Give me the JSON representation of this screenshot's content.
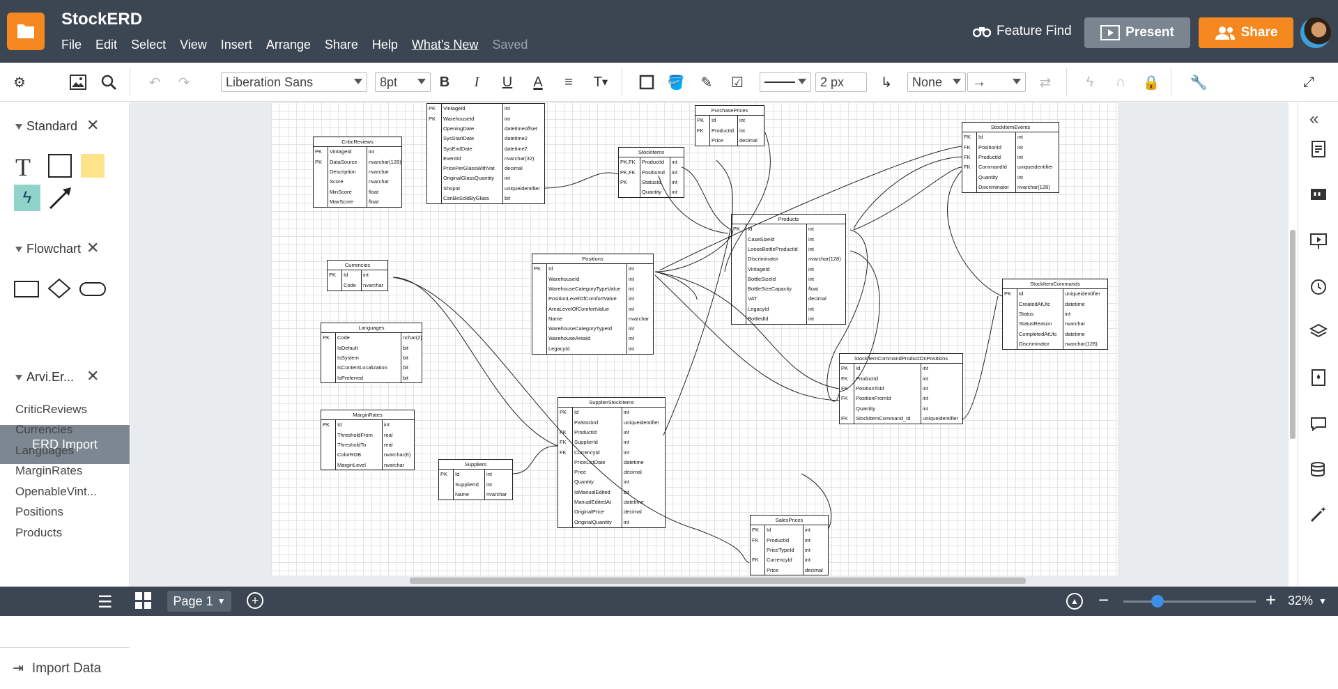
{
  "app": {
    "title": "StockERD",
    "menu": [
      "File",
      "Edit",
      "Select",
      "View",
      "Insert",
      "Arrange",
      "Share",
      "Help",
      "What's New",
      "Saved"
    ],
    "feature_find": "Feature Find",
    "present": "Present",
    "share": "Share"
  },
  "toolbar": {
    "font": "Liberation Sans",
    "size": "8pt",
    "line_width": "2 px",
    "arrow_start": "None"
  },
  "left": {
    "standard": "Standard",
    "flowchart": "Flowchart",
    "erd_import": "ERD Import",
    "arvi": "Arvi.Er...",
    "items": [
      "CriticReviews",
      "Currencies",
      "Languages",
      "MarginRates",
      "OpenableVint...",
      "Positions",
      "Products"
    ],
    "import": "Import Data"
  },
  "bottom": {
    "page": "Page 1",
    "zoom": "32%"
  },
  "tables": [
    {
      "name": "",
      "rows": [
        [
          "PK",
          "VintageId",
          "int"
        ],
        [
          "PK",
          "WarehouseId",
          "int"
        ],
        [
          "",
          "OpeningDate",
          "datetimeoffset"
        ],
        [
          "",
          "SysStartDate",
          "datetime2"
        ],
        [
          "",
          "SysEndDate",
          "datetime2"
        ],
        [
          "",
          "EventId",
          "nvarchar(32)"
        ],
        [
          "",
          "PricePerGlassWithVat",
          "decimal"
        ],
        [
          "",
          "OriginalGlassQuantity",
          "int"
        ],
        [
          "",
          "ShopId",
          "uniqueidentifier"
        ],
        [
          "",
          "CanBeSoldByGlass",
          "bit"
        ]
      ]
    },
    {
      "name": "PurchasePrices",
      "rows": [
        [
          "PK",
          "Id",
          "int"
        ],
        [
          "FK",
          "ProductId",
          "int"
        ],
        [
          "",
          "Price",
          "decimal"
        ]
      ]
    },
    {
      "name": "StockItemEvents",
      "rows": [
        [
          "PK",
          "Id",
          "int"
        ],
        [
          "FK",
          "PositionId",
          "int"
        ],
        [
          "FK",
          "ProductId",
          "int"
        ],
        [
          "FK",
          "CommandId",
          "uniqueidentifier"
        ],
        [
          "",
          "Quantity",
          "int"
        ],
        [
          "",
          "Discriminator",
          "nvarchar(128)"
        ]
      ]
    },
    {
      "name": "CriticReviews",
      "rows": [
        [
          "PK",
          "VintageId",
          "int"
        ],
        [
          "PK",
          "DataSource",
          "nvarchar(128)"
        ],
        [
          "",
          "Description",
          "nvarchar"
        ],
        [
          "",
          "Score",
          "nvarchar"
        ],
        [
          "",
          "MinScore",
          "float"
        ],
        [
          "",
          "MaxScore",
          "float"
        ]
      ]
    },
    {
      "name": "StockItems",
      "rows": [
        [
          "PK,FK",
          "ProductId",
          "int"
        ],
        [
          "PK,FK",
          "PositionId",
          "int"
        ],
        [
          "PK",
          "StatusId",
          "int"
        ],
        [
          "",
          "Quantity",
          "int"
        ]
      ]
    },
    {
      "name": "Products",
      "rows": [
        [
          "PK",
          "Id",
          "int"
        ],
        [
          "",
          "CaseSizeId",
          "int"
        ],
        [
          "",
          "LooseBottleProductId",
          "int"
        ],
        [
          "",
          "Discriminator",
          "nvarchar(128)"
        ],
        [
          "",
          "VintageId",
          "int"
        ],
        [
          "",
          "BottleSizeId",
          "int"
        ],
        [
          "",
          "BottleSizeCapacity",
          "float"
        ],
        [
          "",
          "VAT",
          "decimal"
        ],
        [
          "",
          "LegacyId",
          "int"
        ],
        [
          "",
          "BottledId",
          "int"
        ]
      ]
    },
    {
      "name": "Currencies",
      "rows": [
        [
          "PK",
          "Id",
          "int"
        ],
        [
          "",
          "Code",
          "nvarchar"
        ]
      ]
    },
    {
      "name": "Positions",
      "rows": [
        [
          "PK",
          "Id",
          "int"
        ],
        [
          "",
          "WarehouseId",
          "int"
        ],
        [
          "",
          "WarehouseCategoryTypeValue",
          "int"
        ],
        [
          "",
          "PositionLevelOfComfortValue",
          "int"
        ],
        [
          "",
          "AreaLevelOfComfortValue",
          "int"
        ],
        [
          "",
          "Name",
          "nvarchar"
        ],
        [
          "",
          "WarehouseCategoryTypeId",
          "int"
        ],
        [
          "",
          "WarehouseAreaId",
          "int"
        ],
        [
          "",
          "LegacyId",
          "int"
        ]
      ]
    },
    {
      "name": "StockItemCommands",
      "rows": [
        [
          "PK",
          "Id",
          "uniqueidentifier"
        ],
        [
          "",
          "CreatedAtUtc",
          "datetime"
        ],
        [
          "",
          "Status",
          "int"
        ],
        [
          "",
          "StatusReason",
          "nvarchar"
        ],
        [
          "",
          "CompletedAtUtc",
          "datetime"
        ],
        [
          "",
          "Discriminator",
          "nvarchar(128)"
        ]
      ]
    },
    {
      "name": "Languages",
      "rows": [
        [
          "PK",
          "Code",
          "nchar(2)"
        ],
        [
          "",
          "IsDefault",
          "bit"
        ],
        [
          "",
          "IsSystem",
          "bit"
        ],
        [
          "",
          "IsContentLocalization",
          "bit"
        ],
        [
          "",
          "IsPreferred",
          "bit"
        ]
      ]
    },
    {
      "name": "StockItemCommandProductOnPositions",
      "rows": [
        [
          "PK",
          "Id",
          "int"
        ],
        [
          "FK",
          "ProductId",
          "int"
        ],
        [
          "FK",
          "PositionToId",
          "int"
        ],
        [
          "FK",
          "PositionFromId",
          "int"
        ],
        [
          "",
          "Quantity",
          "int"
        ],
        [
          "FK",
          "StockItemCommand_Id",
          "uniqueidentifier"
        ]
      ]
    },
    {
      "name": "MarginRates",
      "rows": [
        [
          "PK",
          "Id",
          "int"
        ],
        [
          "",
          "ThresholdFrom",
          "real"
        ],
        [
          "",
          "ThresholdTo",
          "real"
        ],
        [
          "",
          "ColorRGB",
          "nvarchar(6)"
        ],
        [
          "",
          "MarginLevel",
          "nvarchar"
        ]
      ]
    },
    {
      "name": "SupplierStockItems",
      "rows": [
        [
          "PK",
          "Id",
          "int"
        ],
        [
          "",
          "PaStockId",
          "uniqueidentifier"
        ],
        [
          "FK",
          "ProductId",
          "int"
        ],
        [
          "FK",
          "SupplierId",
          "int"
        ],
        [
          "FK",
          "CurrencyId",
          "int"
        ],
        [
          "",
          "PriceListDate",
          "datetime"
        ],
        [
          "",
          "Price",
          "decimal"
        ],
        [
          "",
          "Quantity",
          "int"
        ],
        [
          "",
          "IsManualEdited",
          "bit"
        ],
        [
          "",
          "ManualEditedAt",
          "datetime"
        ],
        [
          "",
          "OriginalPrice",
          "decimal"
        ],
        [
          "",
          "OriginalQuantity",
          "int"
        ]
      ]
    },
    {
      "name": "Suppliers",
      "rows": [
        [
          "PK",
          "Id",
          "int"
        ],
        [
          "",
          "SupplierId",
          "int"
        ],
        [
          "",
          "Name",
          "nvarchar"
        ]
      ]
    },
    {
      "name": "SalesPrices",
      "rows": [
        [
          "PK",
          "Id",
          "int"
        ],
        [
          "FK",
          "ProductId",
          "int"
        ],
        [
          "",
          "PriceTypeId",
          "int"
        ],
        [
          "FK",
          "CurrencyId",
          "int"
        ],
        [
          "",
          "Price",
          "decimal"
        ]
      ]
    }
  ]
}
